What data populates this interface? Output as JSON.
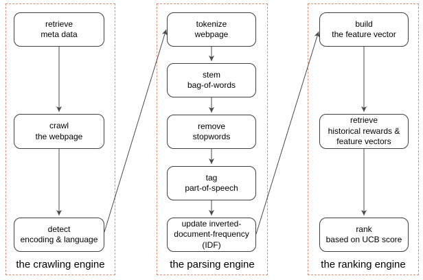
{
  "colors": {
    "background": "#ffffff",
    "group_border": "#d98b73",
    "node_border": "#3d3d3d",
    "node_fill": "#ffffff",
    "arrow": "#4a4a4a",
    "text": "#000000"
  },
  "groups": [
    {
      "label": "the crawling engine",
      "nodes": [
        {
          "label": "retrieve\nmeta data"
        },
        {
          "label": "crawl\nthe webpage"
        },
        {
          "label": "detect\nencoding & language"
        }
      ]
    },
    {
      "label": "the parsing engine",
      "nodes": [
        {
          "label": "tokenize\nwebpage"
        },
        {
          "label": "stem\nbag-of-words"
        },
        {
          "label": "remove\nstopwords"
        },
        {
          "label": "tag\npart-of-speech"
        },
        {
          "label": "update inverted-\ndocument-frequency\n(IDF)"
        }
      ]
    },
    {
      "label": "the ranking engine",
      "nodes": [
        {
          "label": "build\nthe feature vector"
        },
        {
          "label": "retrieve\nhistorical rewards &\nfeature vectors"
        },
        {
          "label": "rank\nbased on UCB score"
        }
      ]
    }
  ],
  "edges": [
    {
      "from": "retrieve meta data",
      "to": "crawl the webpage"
    },
    {
      "from": "crawl the webpage",
      "to": "detect encoding & language"
    },
    {
      "from": "detect encoding & language",
      "to": "tokenize webpage"
    },
    {
      "from": "tokenize webpage",
      "to": "stem bag-of-words"
    },
    {
      "from": "stem bag-of-words",
      "to": "remove stopwords"
    },
    {
      "from": "remove stopwords",
      "to": "tag part-of-speech"
    },
    {
      "from": "tag part-of-speech",
      "to": "update inverted-document-frequency (IDF)"
    },
    {
      "from": "update inverted-document-frequency (IDF)",
      "to": "build the feature vector"
    },
    {
      "from": "build the feature vector",
      "to": "retrieve historical rewards & feature vectors"
    },
    {
      "from": "retrieve historical rewards & feature vectors",
      "to": "rank based on UCB score"
    }
  ]
}
